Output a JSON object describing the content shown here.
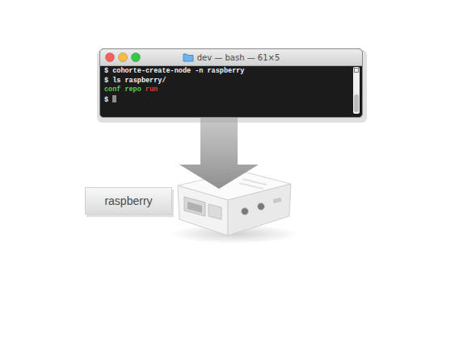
{
  "diagram": {
    "nodes": [
      {
        "text": [
          "dev — bash — 61×5",
          "$ cohorte-create-node -n raspberry",
          "$ ls raspberry/",
          "conf",
          "repo",
          "run",
          "$"
        ]
      },
      {
        "text": [
          "raspberry"
        ]
      }
    ]
  }
}
